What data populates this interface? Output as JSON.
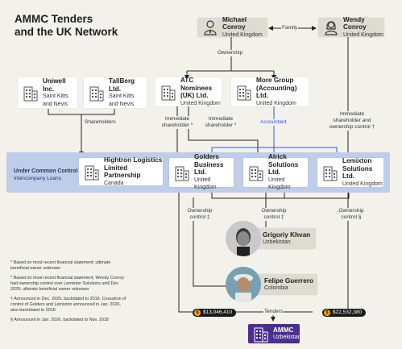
{
  "title": {
    "line1": "AMMC Tenders",
    "line2": "and the UK Network"
  },
  "people": {
    "michael": {
      "name": "Michael Conroy",
      "country": "United Kingdom",
      "icon": "person-icon"
    },
    "wendy": {
      "name": "Wendy Conroy",
      "country": "United Kingdom",
      "icon": "person-icon"
    },
    "grigoriy": {
      "name": "Grigoriy Khvan",
      "country": "Uzbekistan"
    },
    "felipe": {
      "name": "Felipe Guerrero",
      "country": "Colombia"
    }
  },
  "companies": {
    "uniwell": {
      "name": "Uniwell Inc.",
      "country_l1": "Saint Kitts",
      "country_l2": "and Nevis"
    },
    "tallberg": {
      "name": "TallBerg Ltd.",
      "country_l1": "Saint Kitts",
      "country_l2": "and Nevis"
    },
    "atc": {
      "name_l1": "ATC Nominees",
      "name_l2": "(UK) Ltd.",
      "country": "United Kingdom"
    },
    "moregroup": {
      "name_l1": "More Group",
      "name_l2": "(Accounting) Ltd.",
      "country": "United Kingdom"
    },
    "hightron": {
      "name_l1": "Hightron Logistics",
      "name_l2": "Limited Partnership",
      "country": "Canada"
    },
    "golders": {
      "name_l1": "Golders",
      "name_l2": "Business Ltd.",
      "country": "United Kingdom"
    },
    "alrick": {
      "name_l1": "Alrick",
      "name_l2": "Solutions Ltd.",
      "country": "United Kingdom"
    },
    "lemixton": {
      "name_l1": "Lemixton",
      "name_l2": "Solutions Ltd.",
      "country": "United Kingdom"
    },
    "ammc": {
      "name": "AMMC",
      "country": "Uzbekistan"
    }
  },
  "band": {
    "line1": "Under Common Control",
    "line2": "Intercompany Loans"
  },
  "edge_labels": {
    "family": "Family",
    "ownership": "Ownership",
    "shareholders": "Shareholders",
    "immediate_shareholder_1": "Immediate shareholder *",
    "immediate_shareholder_2": "Immediate shareholder *",
    "accountant": "Accountant",
    "immediate_shareholder_ownership": "Immediate shareholder and ownership control †",
    "ownership_control_1": "Ownership control ‡",
    "ownership_control_2": "Ownership control ‡",
    "ownership_control_3": "Ownership control §",
    "tenders": "Tenders"
  },
  "amounts": {
    "left": "$13,046,410",
    "right": "$22,532,380",
    "coin_symbol": "$"
  },
  "notes": [
    "* Based on most recent financial statement; ultimate beneficial owner unknown",
    "* Based on most recent financial statement; Wendy Conroy had ownership control over Lemixton Solutions until Dec 2025; ultimate beneficial owner unknown",
    "† Announced in Dec. 2025, backdated to 2018. Cessation of control of Golders and Lemixton announced in Jan. 2026, also backdated to 2018",
    "§ Announced in Jan. 2026, backdated to Nov. 2018"
  ],
  "colors": {
    "background": "#f2f1ec",
    "person_card": "#dddcd1",
    "band": "#bfcde8",
    "accountant_blue": "#3a57d8",
    "ammc_purple": "#4a2f8f",
    "coin": "#e9a21a"
  }
}
